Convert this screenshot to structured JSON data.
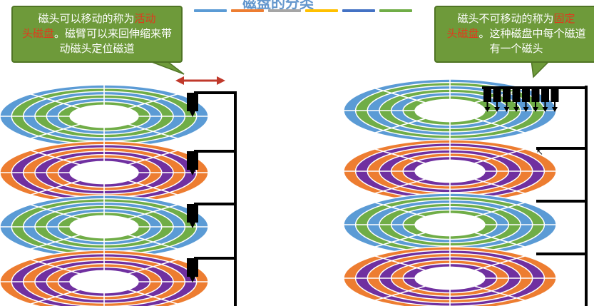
{
  "header": {
    "title": "磁盘的分类",
    "bar_colors": [
      "#5b9bd5",
      "#ed7d31",
      "#a5a5a5",
      "#ffc000",
      "#4472c4",
      "#70ad47"
    ]
  },
  "left_callout": {
    "pre": "磁头可以移动的称为",
    "highlight1": "活动",
    "highlight2": "头磁盘",
    "post": "。磁臂可以来回伸缩来带动磁头定位磁道"
  },
  "right_callout": {
    "pre": "磁头不可移动的称为",
    "highlight1": "固定",
    "highlight2": "头磁盘",
    "post": "。这种磁盘中每个磁道有一个磁头"
  },
  "colors": {
    "blue": "#5b9bd5",
    "orange": "#ed7d31",
    "green": "#70ad47",
    "purple": "#7030a0",
    "callout_bg": "#6e9a3a",
    "arrow_red": "#c0392b",
    "highlight_red": "#e03a1e"
  },
  "left_platters": [
    {
      "outer": "#5b9bd5",
      "rings": [
        "#70ad47",
        "#5b9bd5",
        "#70ad47",
        "#5b9bd5",
        "#70ad47"
      ]
    },
    {
      "outer": "#ed7d31",
      "rings": [
        "#7030a0",
        "#ed7d31",
        "#7030a0",
        "#ed7d31",
        "#7030a0"
      ]
    },
    {
      "outer": "#5b9bd5",
      "rings": [
        "#70ad47",
        "#5b9bd5",
        "#70ad47",
        "#5b9bd5",
        "#70ad47"
      ]
    },
    {
      "outer": "#ed7d31",
      "rings": [
        "#7030a0",
        "#ed7d31",
        "#7030a0",
        "#ed7d31",
        "#7030a0"
      ]
    }
  ],
  "right_platters": [
    {
      "outer": "#5b9bd5",
      "rings": [
        "#70ad47",
        "#5b9bd5",
        "#70ad47",
        "#5b9bd5",
        "#70ad47"
      ]
    },
    {
      "outer": "#ed7d31",
      "rings": [
        "#7030a0",
        "#ed7d31",
        "#7030a0",
        "#ed7d31",
        "#7030a0"
      ]
    },
    {
      "outer": "#5b9bd5",
      "rings": [
        "#70ad47",
        "#5b9bd5",
        "#70ad47",
        "#5b9bd5",
        "#70ad47"
      ]
    },
    {
      "outer": "#ed7d31",
      "rings": [
        "#7030a0",
        "#ed7d31",
        "#7030a0",
        "#ed7d31",
        "#7030a0"
      ]
    }
  ]
}
